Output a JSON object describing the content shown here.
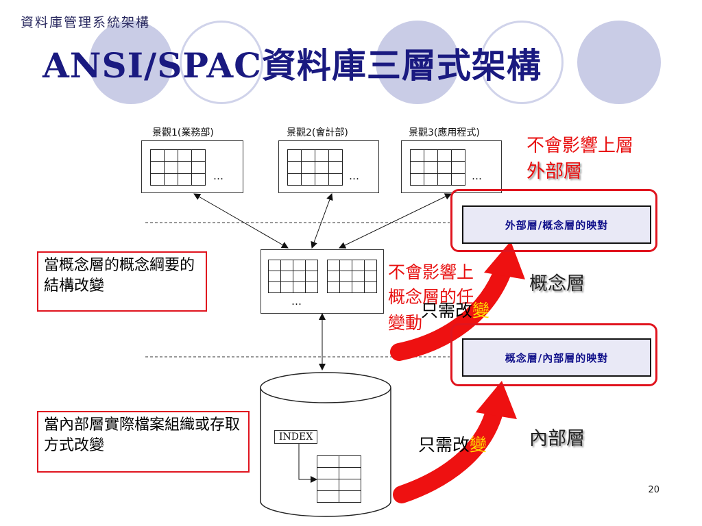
{
  "header": {
    "label": "資料庫管理系統架構",
    "title": "ANSI/SPAC資料庫三層式架構"
  },
  "views": [
    {
      "label": "景觀1(業務部)",
      "ellipsis": "…"
    },
    {
      "label": "景觀2(會計部)",
      "ellipsis": "…"
    },
    {
      "label": "景觀3(應用程式)",
      "ellipsis": "…"
    }
  ],
  "conceptual_box": {
    "ellipsis": "…"
  },
  "database": {
    "index_label": "INDEX"
  },
  "mappings": {
    "external_conceptual": "外部層/概念層的映對",
    "conceptual_internal": "概念層/內部層的映對"
  },
  "layers": {
    "external": "外部層",
    "conceptual": "概念層",
    "internal": "內部層"
  },
  "annotations": {
    "upper_no_effect": "不會影響上層",
    "conceptual_no_effect_1": "不會影響上",
    "conceptual_no_effect_2": "概念層的任",
    "conceptual_no_effect_3": "變動",
    "only_change_prefix": "只需改",
    "only_change_suffix": "變"
  },
  "notes": {
    "conceptual_change": "當概念層的概念綱要的結構改變",
    "internal_change": "當內部層實際檔案組織或存取方式改變"
  },
  "page_number": "20",
  "colors": {
    "title": "#1a1a80",
    "accent_red": "#e0141e",
    "mapping_fill": "#e9e9f6",
    "highlight_yellow": "#ffe000",
    "decor": "#c9cce6"
  }
}
